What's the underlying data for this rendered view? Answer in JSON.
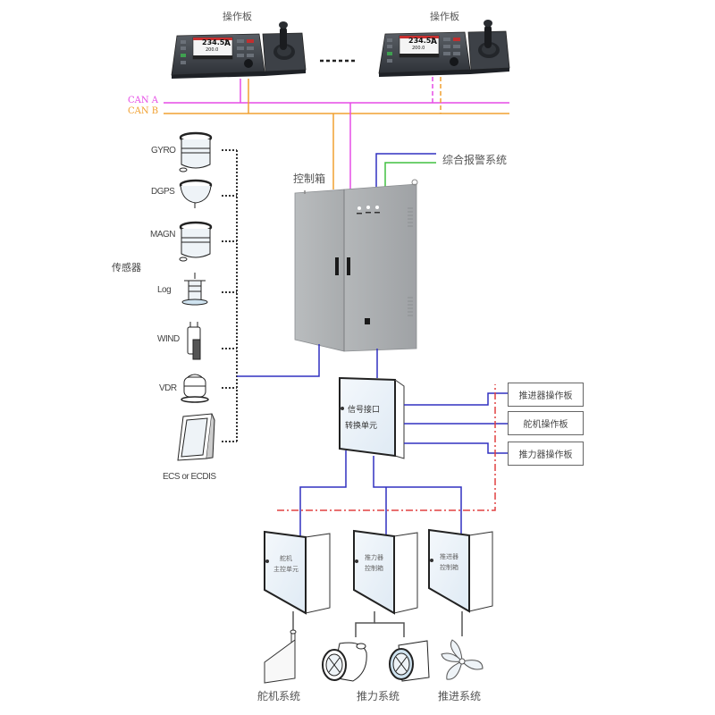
{
  "operator_panels": [
    {
      "label": "操作板",
      "display_value": "234.5°",
      "mode": "A",
      "sub_value": "200.0"
    },
    {
      "label": "操作板",
      "display_value": "234.5°",
      "mode": "A",
      "sub_value": "200.0"
    }
  ],
  "ellipsis": "......",
  "buses": {
    "can_a": {
      "label": "CAN A",
      "color": "#e64ce6"
    },
    "can_b": {
      "label": "CAN B",
      "color": "#f0a030"
    }
  },
  "control_cabinet": {
    "label": "控制箱"
  },
  "alarm_system": {
    "label": "综合报警系统"
  },
  "sensors": {
    "group_label": "传感器",
    "items": [
      {
        "label": "GYRO"
      },
      {
        "label": "DGPS"
      },
      {
        "label": "MAGN"
      },
      {
        "label": "Log"
      },
      {
        "label": "WIND"
      },
      {
        "label": "VDR"
      },
      {
        "label": "ECS or ECDIS"
      }
    ]
  },
  "signal_unit": {
    "line1": "信号接口",
    "line2": "转换单元"
  },
  "remote_panels": [
    {
      "label": "推进器操作板"
    },
    {
      "label": "舵机操作板"
    },
    {
      "label": "推力器操作板"
    }
  ],
  "control_boxes": [
    {
      "line1": "舵机",
      "line2": "主控单元"
    },
    {
      "line1": "推力器",
      "line2": "控制箱"
    },
    {
      "line1": "推进器",
      "line2": "控制箱"
    }
  ],
  "systems": [
    {
      "label": "舵机系统"
    },
    {
      "label": "推力系统"
    },
    {
      "label": "推进系统"
    }
  ],
  "colors": {
    "signal_line": "#3030c0",
    "alarm_line": "#40c040",
    "boundary_line": "#e04040",
    "dotted_link": "#333333"
  }
}
